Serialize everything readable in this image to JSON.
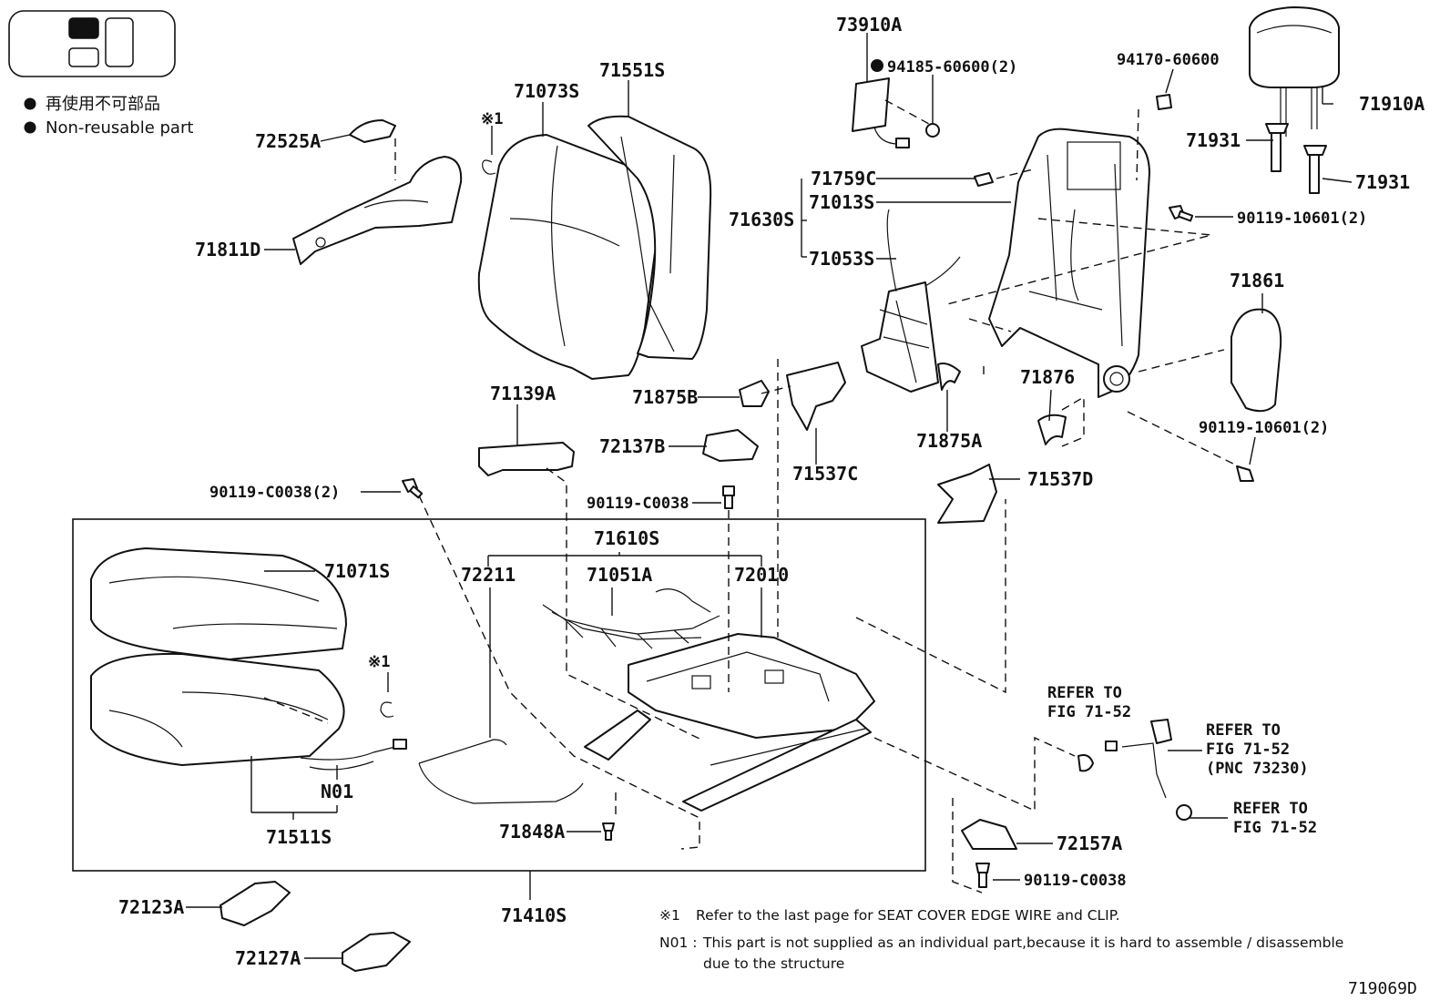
{
  "legend": {
    "jp": "再使用不可部品",
    "en": "Non-reusable part"
  },
  "labels": {
    "p73910A": "73910A",
    "p94185": "94185-60600(2)",
    "p94170": "94170-60600",
    "p71910A": "71910A",
    "p71931a": "71931",
    "p71931b": "71931",
    "p90119_10601a": "90119-10601(2)",
    "p71861": "71861",
    "p90119_10601b": "90119-10601(2)",
    "p71551S": "71551S",
    "p71073S": "71073S",
    "p72525A": "72525A",
    "p71811D": "71811D",
    "p71759C": "71759C",
    "p71013S": "71013S",
    "p71630S": "71630S",
    "p71053S": "71053S",
    "p71876": "71876",
    "p71875A": "71875A",
    "p71875B": "71875B",
    "p71139A": "71139A",
    "p72137B": "72137B",
    "p71537C": "71537C",
    "p71537D": "71537D",
    "p90119_C0038_2": "90119-C0038(2)",
    "p90119_C0038a": "90119-C0038",
    "p71610S": "71610S",
    "p71071S": "71071S",
    "p72211": "72211",
    "p71051A": "71051A",
    "p72010": "72010",
    "pN01": "N01",
    "p71511S": "71511S",
    "p71848A": "71848A",
    "p71410S": "71410S",
    "p72157A": "72157A",
    "p90119_C0038b": "90119-C0038",
    "p72123A": "72123A",
    "p72127A": "72127A",
    "note1": "※1",
    "note2": "※1",
    "refer1a": "REFER TO",
    "refer1b": "FIG 71-52",
    "refer2a": "REFER TO",
    "refer2b": "FIG 71-52",
    "refer2c": "(PNC 73230)",
    "refer3a": "REFER TO",
    "refer3b": "FIG 71-52"
  },
  "footnotes": {
    "n1_mark": "※1",
    "n1_text": "Refer to the last page for SEAT COVER EDGE WIRE and CLIP.",
    "n01_mark": "N01 :",
    "n01_text1": "This part is not supplied as an individual part,because it is hard to assemble / disassemble",
    "n01_text2": "due to the structure"
  },
  "figure_code": "719069D"
}
